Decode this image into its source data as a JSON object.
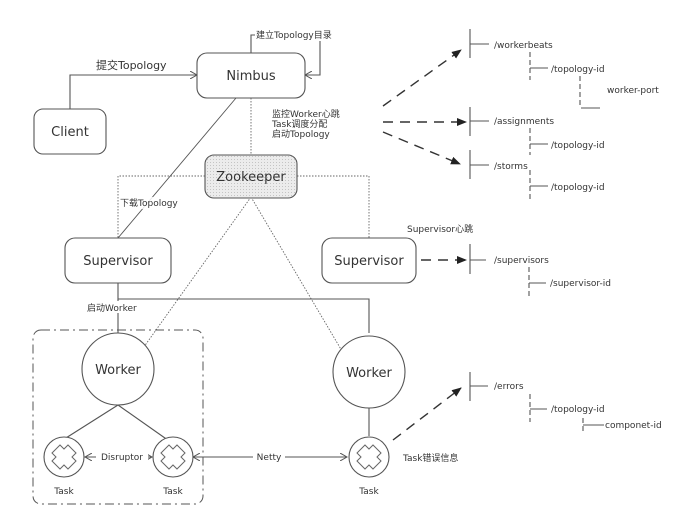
{
  "nodes": {
    "client": "Client",
    "nimbus": "Nimbus",
    "zookeeper": "Zookeeper",
    "supervisor_left": "Supervisor",
    "supervisor_right": "Supervisor",
    "worker_left": "Worker",
    "worker_right": "Worker",
    "task_left_1": "Task",
    "task_left_2": "Task",
    "task_right": "Task"
  },
  "edge_labels": {
    "submit_topology": "提交Topology",
    "create_topology_dir": "建立Topology目录",
    "nimbus_duties": [
      "监控Worker心跳",
      "Task调度分配",
      "启动Topology"
    ],
    "download_topology": "下载Topology",
    "supervisor_heartbeat": "Supervisor心跳",
    "start_worker": "启动Worker",
    "disruptor": "Disruptor",
    "netty": "Netty",
    "task_error": "Task错误信息"
  },
  "zk_trees": {
    "workerbeats": {
      "root": "/workerbeats",
      "child": "/topology-id",
      "leaf": "worker-port"
    },
    "assignments": {
      "root": "/assignments",
      "child": "/topology-id"
    },
    "storms": {
      "root": "/storms",
      "child": "/topology-id"
    },
    "supervisors": {
      "root": "/supervisors",
      "child": "/supervisor-id"
    },
    "errors": {
      "root": "/errors",
      "child": "/topology-id",
      "leaf": "componet-id"
    }
  }
}
